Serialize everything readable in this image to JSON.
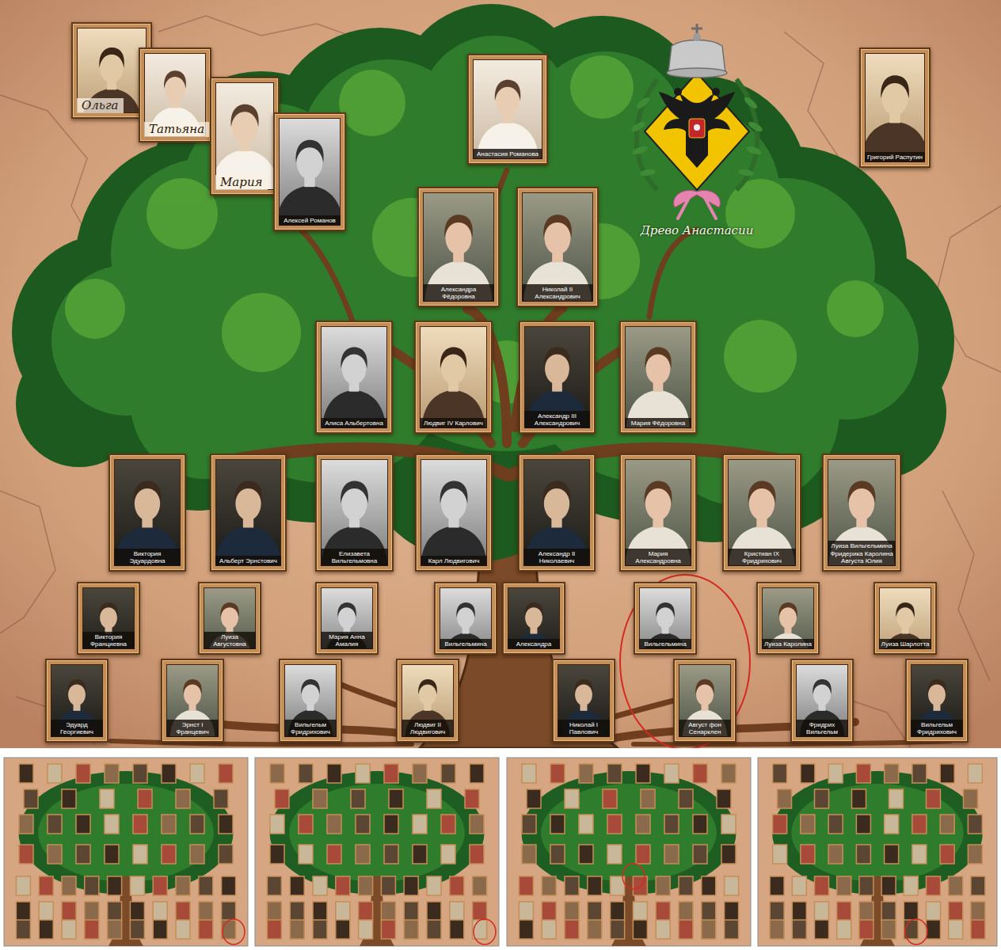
{
  "diagram": {
    "nodes": [
      {
        "text": [
          "Ольга"
        ]
      },
      {
        "text": [
          "Татьяна"
        ]
      },
      {
        "text": [
          "Мария"
        ]
      },
      {
        "text": [
          "Алексей Романов"
        ]
      },
      {
        "text": [
          "Анастасия Романова"
        ]
      },
      {
        "text": [
          "Григорий Распутин"
        ]
      },
      {
        "text": [
          "Александра Фёдоровна"
        ]
      },
      {
        "text": [
          "Николай II Александрович"
        ]
      },
      {
        "text": [
          "Алиса Альбертовна"
        ]
      },
      {
        "text": [
          "Людвиг IV Карлович"
        ]
      },
      {
        "text": [
          "Александр III Александрович"
        ]
      },
      {
        "text": [
          "Мария Фёдоровна"
        ]
      },
      {
        "text": [
          "Виктория Эдуардовна"
        ]
      },
      {
        "text": [
          "Альберт Эрнстович"
        ]
      },
      {
        "text": [
          "Елизавета Вильгельмовна"
        ]
      },
      {
        "text": [
          "Карл Людвигович"
        ]
      },
      {
        "text": [
          "Александр II Николаевич"
        ]
      },
      {
        "text": [
          "Мария Александровна"
        ]
      },
      {
        "text": [
          "Кристиан IX Фридрихович"
        ]
      },
      {
        "text": [
          "Луиза Вильгельмина Фридерика Каролина Августа Юлия"
        ]
      },
      {
        "text": [
          "Виктория Франциевна"
        ]
      },
      {
        "text": [
          "Луиза Августовна"
        ]
      },
      {
        "text": [
          "Мария Анна Амалия"
        ]
      },
      {
        "text": [
          "Вильгельмина"
        ]
      },
      {
        "text": [
          "Александра"
        ]
      },
      {
        "text": [
          "Вильгельмина"
        ]
      },
      {
        "text": [
          "Луиза Каролина"
        ]
      },
      {
        "text": [
          "Луиза Шарлотта"
        ]
      },
      {
        "text": [
          "Эдуард Георгиевич"
        ]
      },
      {
        "text": [
          "Эрнст I Францевич"
        ]
      },
      {
        "text": [
          "Вильгельм Фридрихович"
        ]
      },
      {
        "text": [
          "Людвиг II Людвигович"
        ]
      },
      {
        "text": [
          "Николай I Павлович"
        ]
      },
      {
        "text": [
          "Август фон Сенарклен"
        ]
      },
      {
        "text": [
          "Фридрих Вильгельм"
        ]
      },
      {
        "text": [
          "Вильгельм Фридрихович"
        ]
      }
    ],
    "labels": [
      "Древо Анастасии"
    ]
  }
}
